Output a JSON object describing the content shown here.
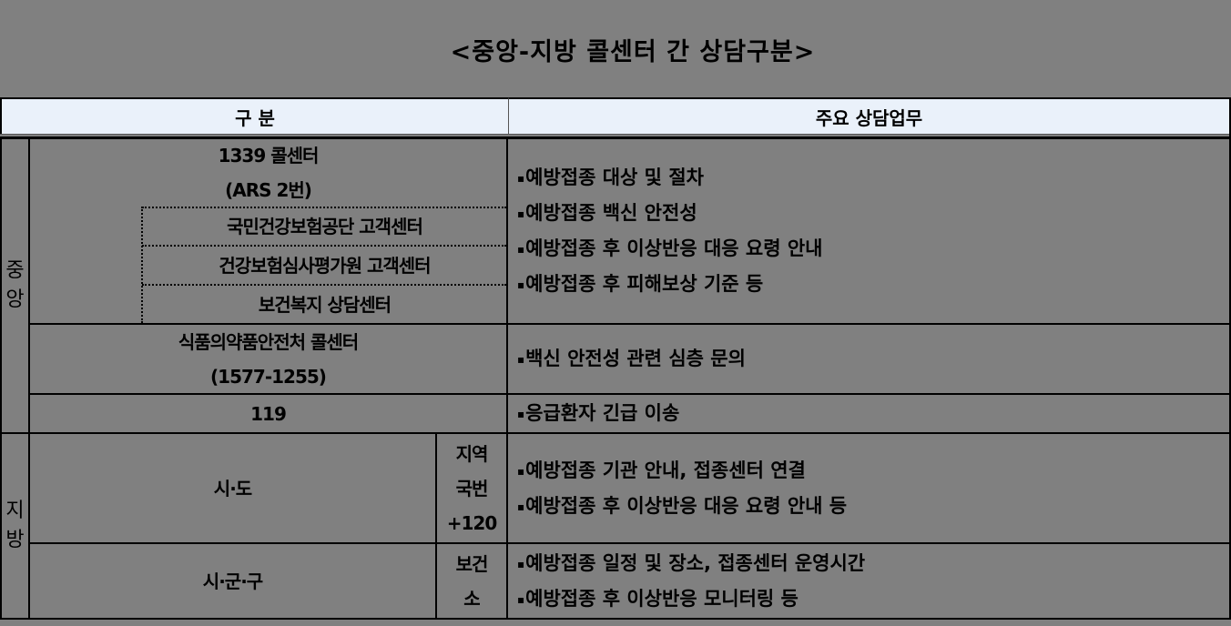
{
  "title": "<중앙-지방 콜센터 간 상담구분>",
  "header": {
    "category_label": "구 분",
    "duties_label": "주요 상담업무"
  },
  "groups": {
    "central": {
      "label_line1": "중",
      "label_line2": "앙"
    },
    "local": {
      "label_line1": "지",
      "label_line2": "방"
    }
  },
  "bullet": "▪",
  "rows": {
    "r1339": {
      "line1": "1339 콜센터",
      "line2": "(ARS 2번)"
    },
    "nhis": {
      "label": "국민건강보험공단 고객센터"
    },
    "hira": {
      "label": "건강보험심사평가원 고객센터"
    },
    "mohw": {
      "label": "보건복지 상담센터"
    },
    "central_duties": [
      "예방접종 대상 및 절차",
      "예방접종 백신 안전성",
      "예방접종 후 이상반응 대응 요령 안내",
      "예방접종 후 피해보상 기준 등"
    ],
    "mfds": {
      "line1": "식품의약품안전처 콜센터",
      "line2": "(1577-1255)"
    },
    "mfds_duties": [
      "백신 안전성 관련 심층 문의"
    ],
    "r119": {
      "label": "119"
    },
    "r119_duties": [
      "응급환자 긴급 이송"
    ],
    "sido": {
      "label": "시·도",
      "contact_line1": "지역",
      "contact_line2": "국번",
      "contact_line3": "+120"
    },
    "sido_duties": [
      "예방접종 기관 안내, 접종센터 연결",
      "예방접종 후 이상반응 대응 요령 안내 등"
    ],
    "sigungu": {
      "label": "시·군·구",
      "contact_line1": "보건",
      "contact_line2": "소"
    },
    "sigungu_duties": [
      "예방접종 일정 및 장소, 접종센터 운영시간",
      "예방접종 후 이상반응 모니터링 등"
    ]
  },
  "colors": {
    "background": "#808080",
    "header_bg": "#EAF1FA",
    "border": "#000000"
  }
}
